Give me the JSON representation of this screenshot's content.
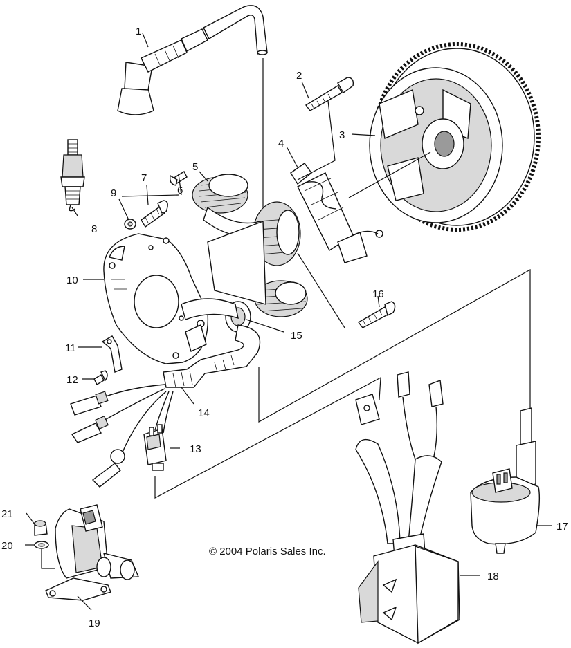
{
  "copyright": "© 2004 Polaris Sales Inc.",
  "callouts": [
    "1",
    "2",
    "3",
    "4",
    "5",
    "6",
    "7",
    "8",
    "9",
    "10",
    "11",
    "12",
    "13",
    "14",
    "15",
    "16",
    "17",
    "18",
    "19",
    "20",
    "21"
  ],
  "parts": [
    {
      "number": "1",
      "icon": "spark-plug-cap-icon"
    },
    {
      "number": "2",
      "icon": "bolt-icon"
    },
    {
      "number": "3",
      "icon": "flywheel-icon"
    },
    {
      "number": "4",
      "icon": "pulser-coil-icon"
    },
    {
      "number": "5",
      "icon": "stator-coil-icon"
    },
    {
      "number": "6",
      "icon": "screw-icon"
    },
    {
      "number": "7",
      "icon": "screw-icon"
    },
    {
      "number": "8",
      "icon": "spark-plug-icon"
    },
    {
      "number": "9",
      "icon": "washer-icon"
    },
    {
      "number": "10",
      "icon": "stator-plate-icon"
    },
    {
      "number": "11",
      "icon": "clamp-icon"
    },
    {
      "number": "12",
      "icon": "screw-icon"
    },
    {
      "number": "13",
      "icon": "connector-icon"
    },
    {
      "number": "14",
      "icon": "wire-harness-icon"
    },
    {
      "number": "15",
      "icon": "grommet-icon"
    },
    {
      "number": "16",
      "icon": "bolt-icon"
    },
    {
      "number": "17",
      "icon": "ignition-coil-icon"
    },
    {
      "number": "18",
      "icon": "cdi-box-icon"
    },
    {
      "number": "19",
      "icon": "starter-solenoid-icon"
    },
    {
      "number": "20",
      "icon": "washer-icon"
    },
    {
      "number": "21",
      "icon": "nut-icon"
    }
  ]
}
